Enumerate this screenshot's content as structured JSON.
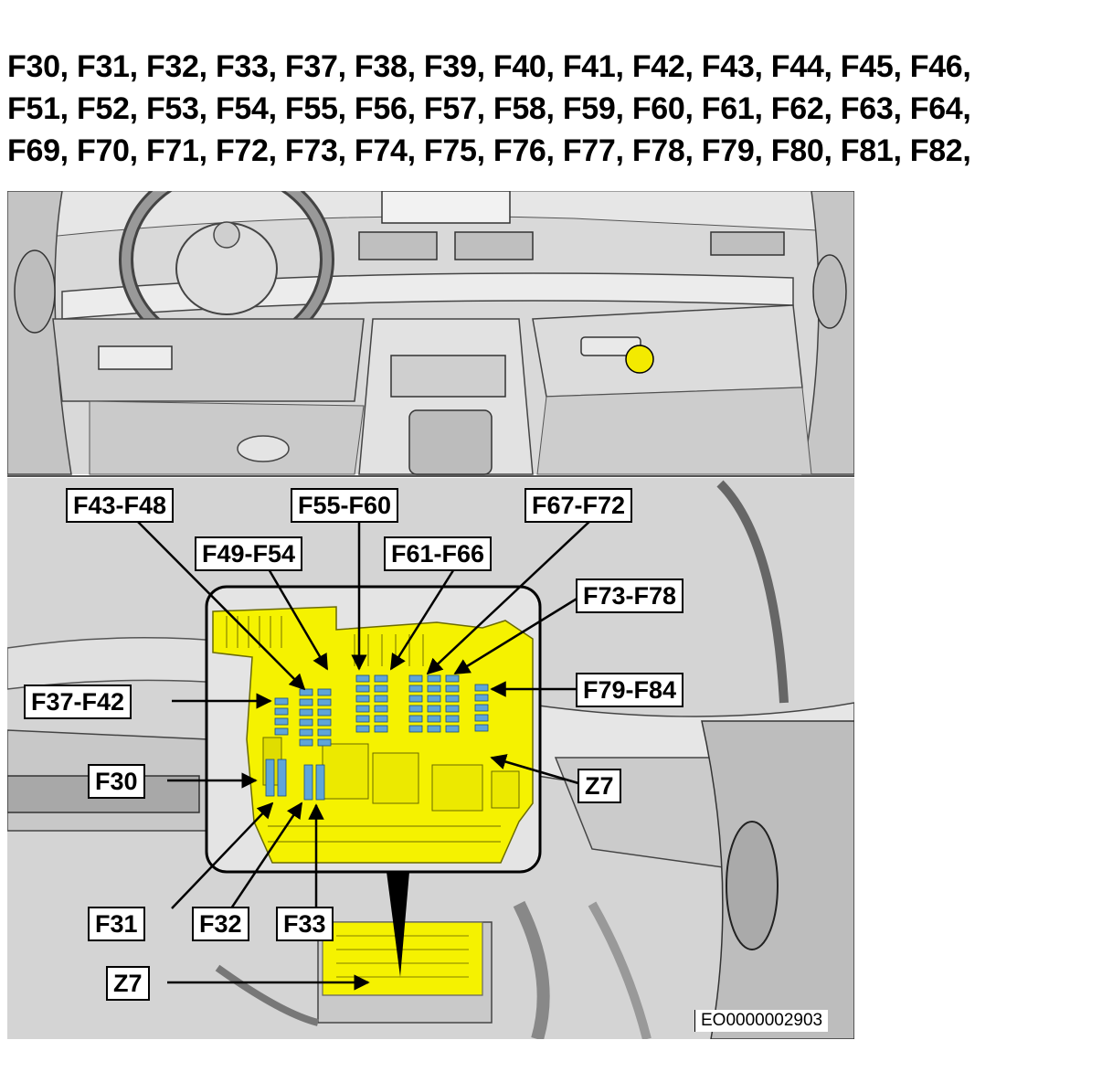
{
  "heading_lines": [
    "F30, F31, F32, F33, F37, F38, F39, F40, F41, F42, F43, F44, F45, F46,",
    "F51, F52, F53, F54, F55, F56, F57, F58, F59, F60, F61, F62, F63, F64,",
    "F69, F70, F71, F72, F73, F74, F75, F76, F77, F78, F79, F80, F81, F82,"
  ],
  "labels": {
    "f43_f48": "F43-F48",
    "f55_f60": "F55-F60",
    "f67_f72": "F67-F72",
    "f49_f54": "F49-F54",
    "f61_f66": "F61-F66",
    "f73_f78": "F73-F78",
    "f37_f42": "F37-F42",
    "f79_f84": "F79-F84",
    "f30": "F30",
    "z7_right": "Z7",
    "f31": "F31",
    "f32": "F32",
    "f33": "F33",
    "z7_bottom": "Z7"
  },
  "figure_code": "EO0000002903",
  "colors": {
    "fuse_box": "#f5f200",
    "fuses": "#5fa5d8",
    "location_marker": "#f3ea00"
  }
}
